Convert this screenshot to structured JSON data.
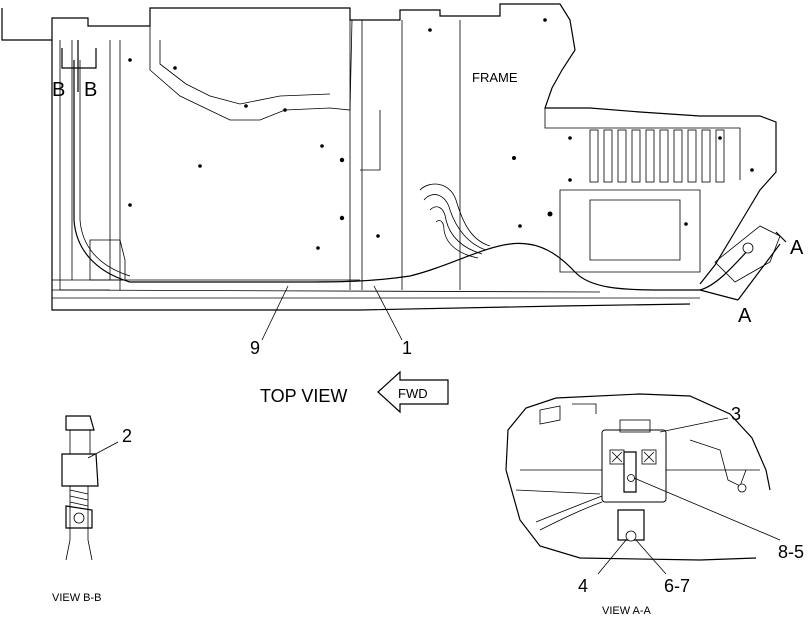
{
  "labels": {
    "frame": "FRAME",
    "top_view": "TOP VIEW",
    "fwd": "FWD",
    "view_bb": "VIEW B-B",
    "view_aa": "VIEW  A-A",
    "section_a_top": "A",
    "section_a_bottom": "A",
    "section_b_left": "B",
    "section_b_right": "B"
  },
  "callouts": {
    "c1": "1",
    "c2": "2",
    "c3": "3",
    "c4": "4",
    "c9": "9",
    "c67": "6-7",
    "c85": "8-5"
  }
}
